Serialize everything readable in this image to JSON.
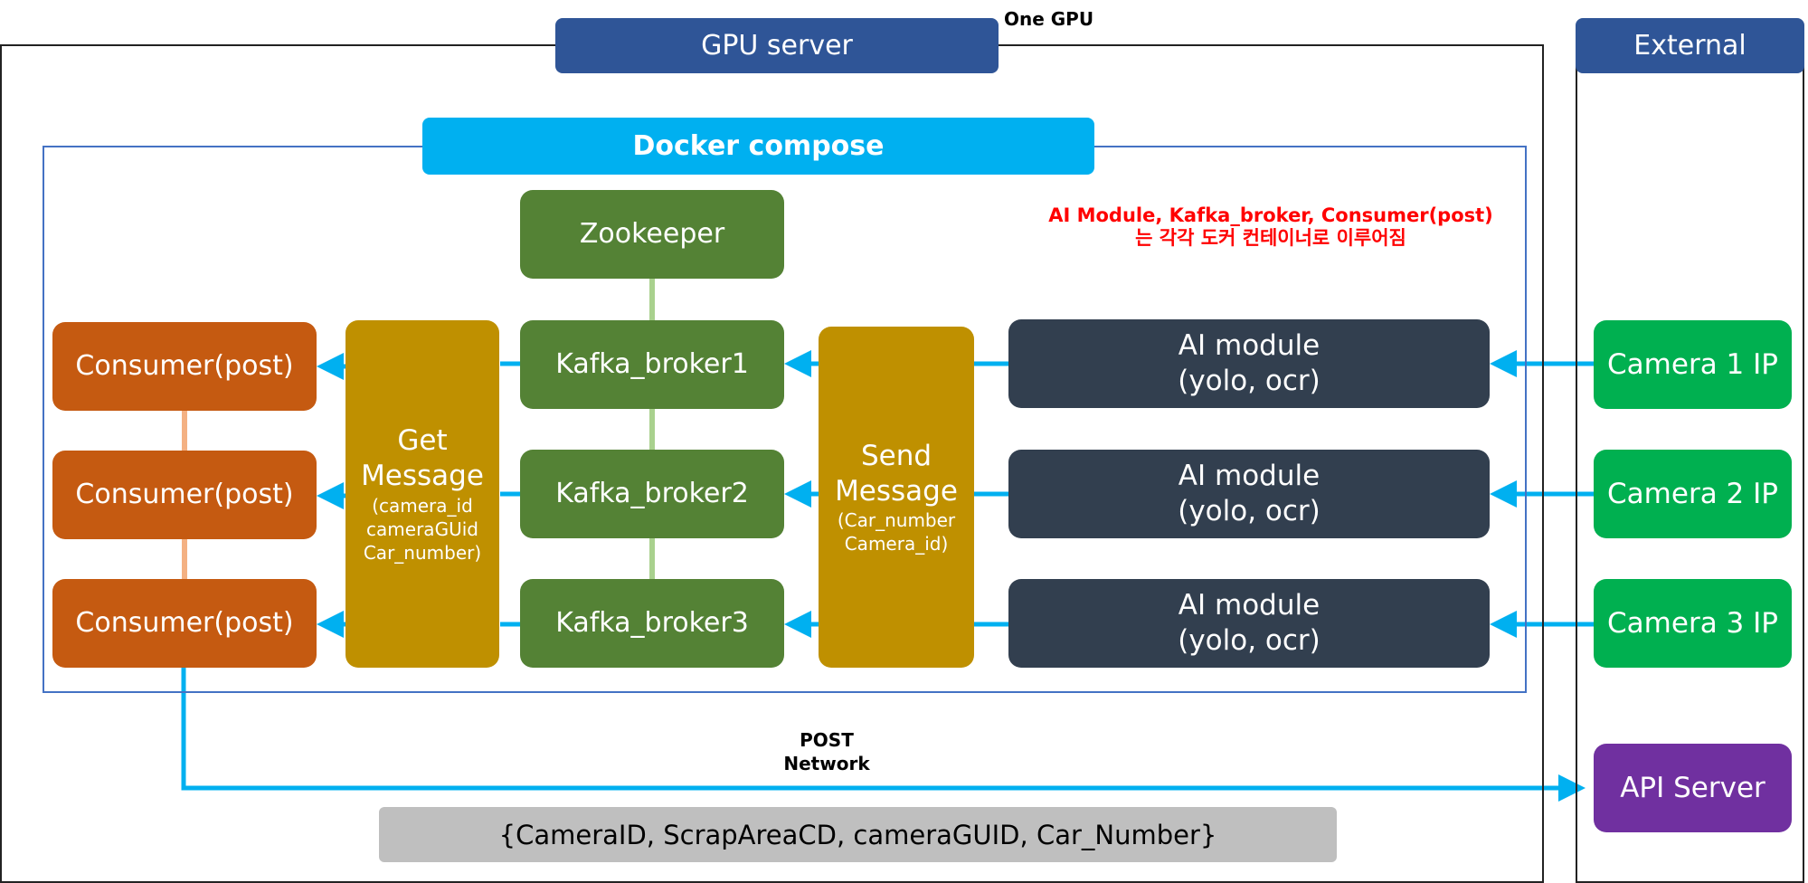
{
  "titles": {
    "one_gpu": "One GPU",
    "gpu_server": "GPU server",
    "external": "External",
    "docker_compose": "Docker compose"
  },
  "note": {
    "line1": "AI Module, Kafka_broker, Consumer(post)",
    "line2": "는 각각 도커 컨테이너로 이루어짐"
  },
  "zookeeper": "Zookeeper",
  "brokers": [
    "Kafka_broker1",
    "Kafka_broker2",
    "Kafka_broker3"
  ],
  "consumers": [
    "Consumer(post)",
    "Consumer(post)",
    "Consumer(post)"
  ],
  "get_message": {
    "title_line1": "Get",
    "title_line2": "Message",
    "detail_line1": "(camera_id",
    "detail_line2": "cameraGUid",
    "detail_line3": "Car_number)"
  },
  "send_message": {
    "title_line1": "Send",
    "title_line2": "Message",
    "detail_line1": "(Car_number",
    "detail_line2": "Camera_id)"
  },
  "ai_modules": [
    {
      "line1": "AI module",
      "line2": "(yolo, ocr)"
    },
    {
      "line1": "AI module",
      "line2": "(yolo, ocr)"
    },
    {
      "line1": "AI module",
      "line2": "(yolo, ocr)"
    }
  ],
  "cameras": [
    "Camera 1 IP",
    "Camera 2 IP",
    "Camera 3 IP"
  ],
  "api_server": "API Server",
  "post_label": {
    "line1": "POST",
    "line2": "Network"
  },
  "payload": "{CameraID, ScrapAreaCD, cameraGUID, Car_Number}",
  "colors": {
    "header": "#2f5597",
    "docker": "#00b0f0",
    "zookeeper_broker": "#548235",
    "consumer": "#c55a11",
    "message": "#bf9000",
    "ai_module": "#323f4f",
    "camera": "#00b050",
    "api_server": "#7030a0",
    "arrow": "#00b0f0",
    "note": "#ff0000"
  }
}
